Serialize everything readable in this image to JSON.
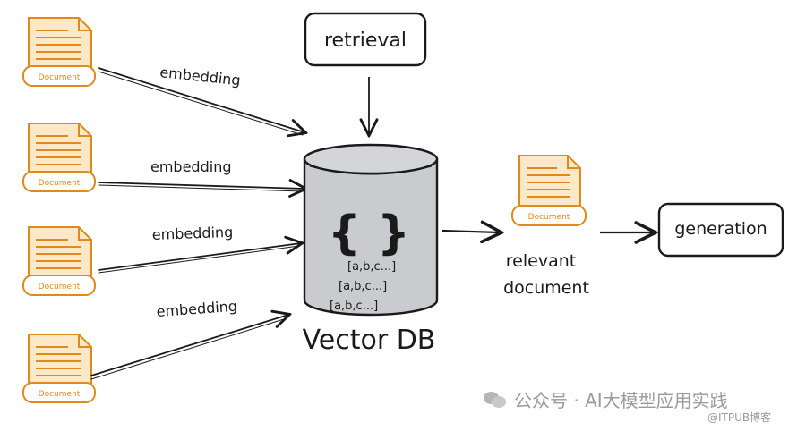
{
  "diagram": {
    "documents": [
      {
        "label": "Document",
        "edge_label": "embedding"
      },
      {
        "label": "Document",
        "edge_label": "embedding"
      },
      {
        "label": "Document",
        "edge_label": "embedding"
      },
      {
        "label": "Document",
        "edge_label": "embedding"
      }
    ],
    "retrieval_label": "retrieval",
    "vector_db": {
      "title": "Vector DB",
      "braces": "{ }",
      "vectors": [
        "[a,b,c...]",
        "[a,b,c...]",
        "[a,b,c...]"
      ]
    },
    "relevant_document": {
      "doc_label": "Document",
      "caption_line1": "relevant",
      "caption_line2": "document"
    },
    "generation_label": "generation"
  },
  "watermark": {
    "text": "公众号 · AI大模型应用实践",
    "credit": "@ITPUB博客"
  },
  "colors": {
    "document_outline": "#e08a1e",
    "document_fill": "#fde9c8",
    "cylinder_fill": "#c9cbce",
    "ink": "#1a1a1a"
  }
}
